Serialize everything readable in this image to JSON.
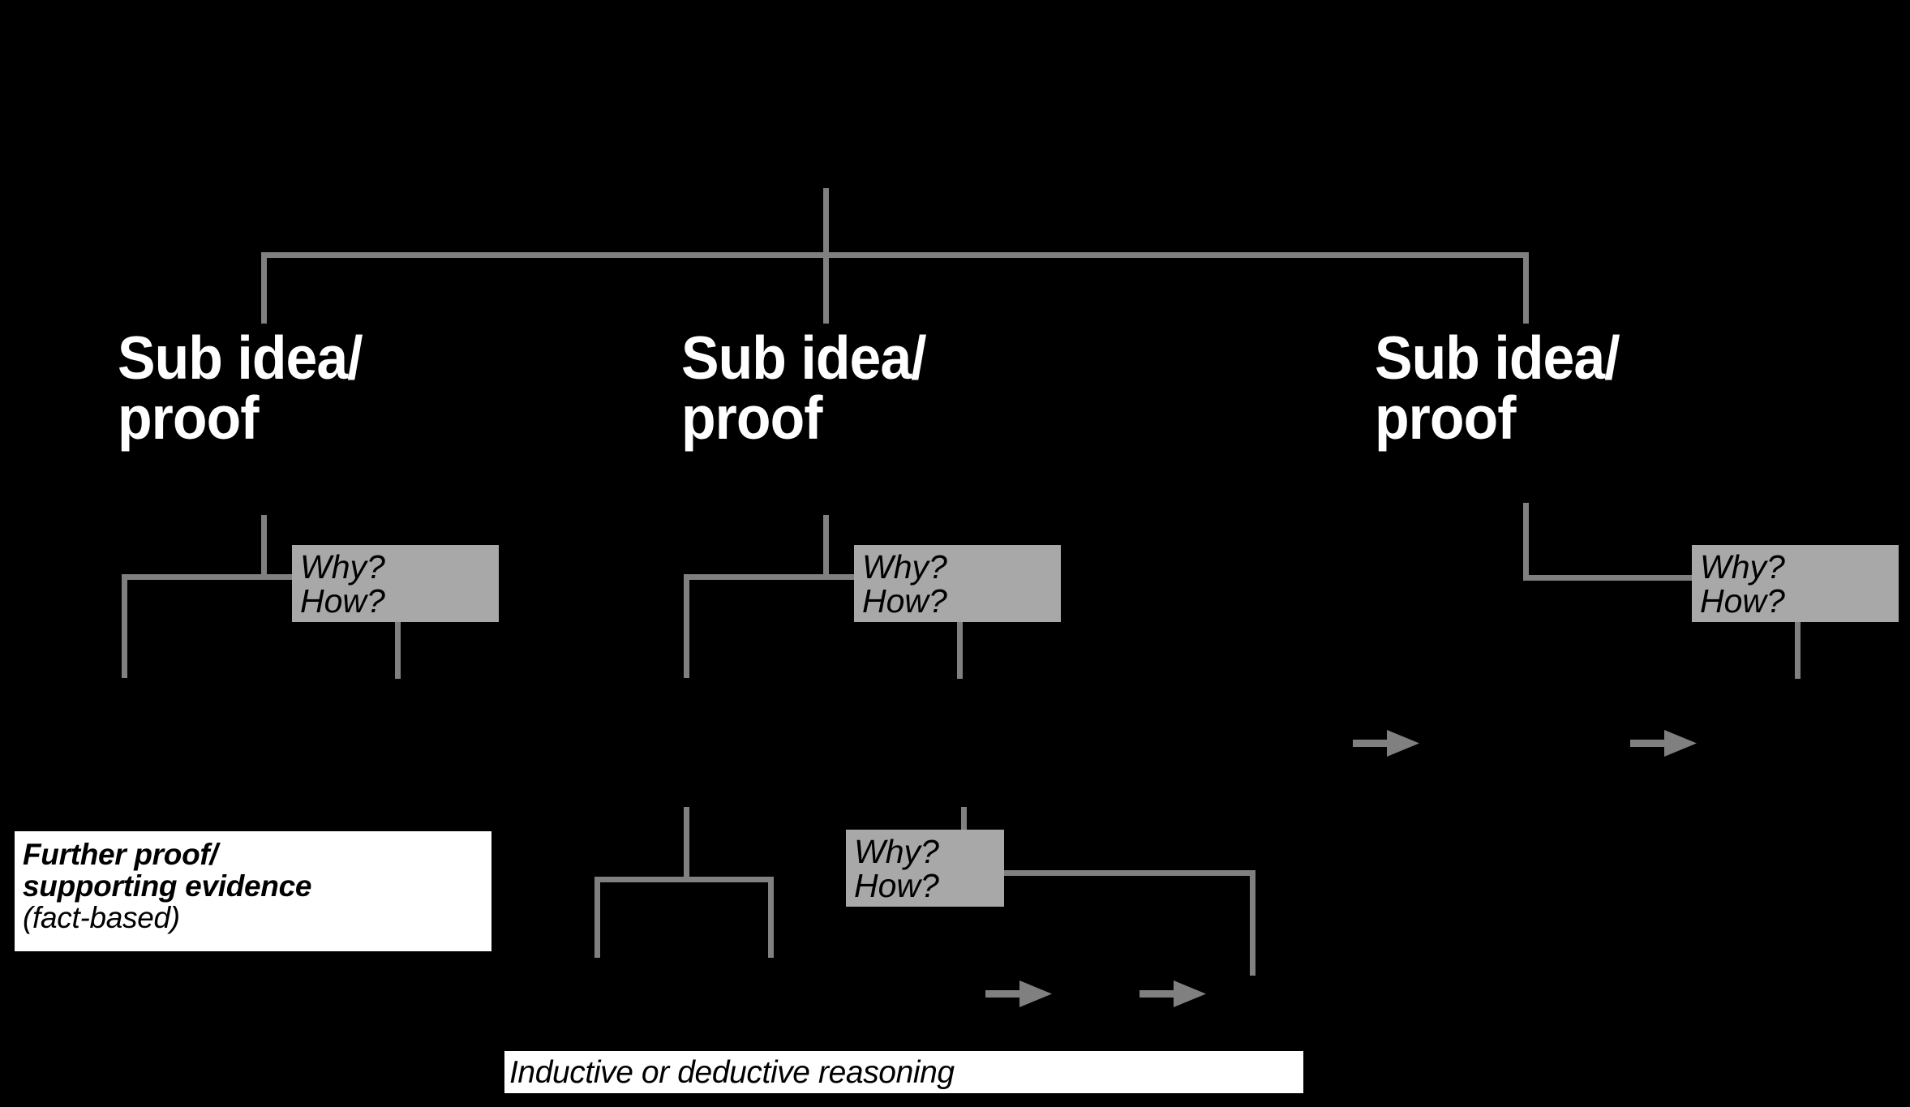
{
  "diagram": {
    "title": "Pyramid / logic-tree argument structure",
    "background_color": "#000000",
    "line_color": "#808080",
    "node_text_color": "#ffffff",
    "box_gray": "#a8a8a8",
    "box_white": "#ffffff"
  },
  "branches": [
    {
      "label": "Sub idea/\nproof",
      "why_how": "Why?\nHow?"
    },
    {
      "label": "Sub idea/\nproof",
      "why_how": "Why?\nHow?"
    },
    {
      "label": "Sub idea/\nproof",
      "why_how": "Why?\nHow?"
    }
  ],
  "sub_why_how": {
    "label": "Why?\nHow?"
  },
  "further_proof": {
    "strong": "Further proof/\nsupporting evidence",
    "note": "(fact-based)"
  },
  "reasoning_band": {
    "label": "Inductive or deductive reasoning"
  },
  "arrows": [
    {
      "name": "arrow-right-1",
      "glyph": "right-arrow"
    },
    {
      "name": "arrow-right-2",
      "glyph": "right-arrow"
    },
    {
      "name": "arrow-right-3",
      "glyph": "right-arrow"
    },
    {
      "name": "arrow-right-4",
      "glyph": "right-arrow"
    }
  ]
}
